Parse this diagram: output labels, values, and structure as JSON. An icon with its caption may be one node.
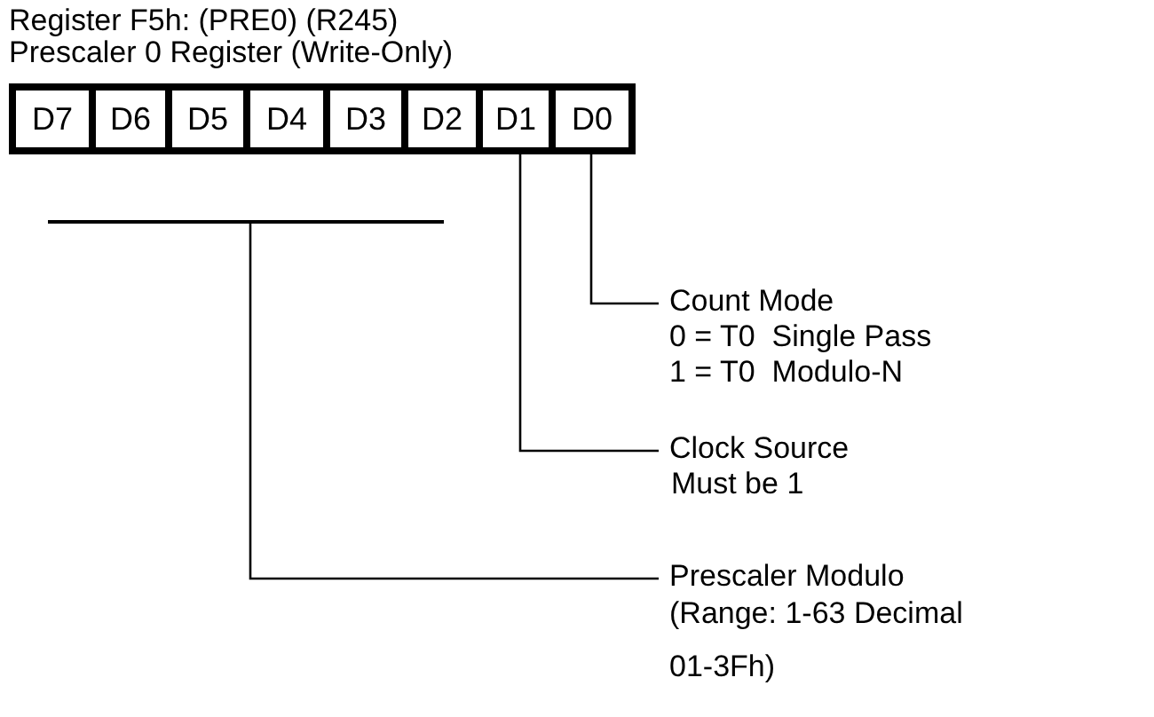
{
  "diagram": {
    "title": "Register F5h: (PRE0) (R245)",
    "nodes": [
      {
        "text": [
          "D7"
        ]
      },
      {
        "text": [
          "D6"
        ]
      },
      {
        "text": [
          "D5"
        ]
      },
      {
        "text": [
          "D4"
        ]
      },
      {
        "text": [
          "D3"
        ]
      },
      {
        "text": [
          "D2"
        ]
      },
      {
        "text": [
          "D1"
        ]
      },
      {
        "text": [
          "D0"
        ]
      },
      {
        "text": [],
        "shape": "bar"
      },
      {
        "text": [
          "Count Mode",
          "0 = T0  Single Pass",
          "1 = T0  Modulo-N"
        ]
      },
      {
        "text": [
          "Clock Source",
          "Must be 1"
        ]
      },
      {
        "text": [
          "Prescaler Modulo",
          "(Range: 1-63 Decimal 01-3Fh)"
        ]
      }
    ],
    "edges": [
      {
        "from": 7,
        "to": 9,
        "arrow": "none"
      },
      {
        "from": 6,
        "to": 10,
        "arrow": "none"
      },
      {
        "from": 8,
        "to": 11,
        "arrow": "none"
      }
    ],
    "labels": [
      "Prescaler 0 Register (Write-Only)"
    ]
  }
}
